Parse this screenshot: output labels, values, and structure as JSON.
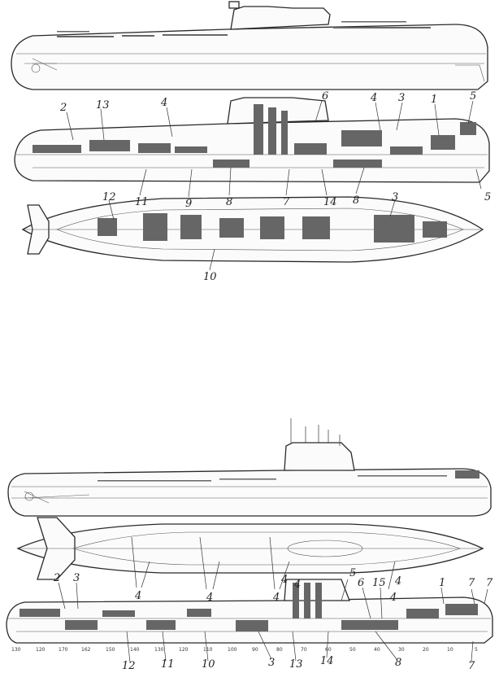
{
  "colors": {
    "ink": "#2a2a2a",
    "paper": "#ffffff",
    "detail": "#666666"
  },
  "sub1": {
    "top_callouts": [
      "2",
      "13",
      "4",
      "6",
      "4",
      "3",
      "1",
      "5",
      "5"
    ],
    "bottom_callouts": [
      "11",
      "9",
      "8",
      "7",
      "14",
      "8"
    ],
    "plan_callouts": [
      "12",
      "3",
      "10"
    ]
  },
  "sub2": {
    "plan_callouts": [
      "4",
      "4",
      "4",
      "4"
    ],
    "profile_callouts": [
      "2",
      "3",
      "4",
      "4",
      "5",
      "6",
      "15",
      "4",
      "1",
      "7",
      "7"
    ],
    "bottom_callouts": [
      "12",
      "11",
      "10",
      "3",
      "13",
      "14",
      "8",
      "7"
    ],
    "frame_ticks": [
      "130",
      "120",
      "170",
      "162",
      "150",
      "140",
      "130",
      "120",
      "110",
      "100",
      "90",
      "80",
      "70",
      "60",
      "50",
      "40",
      "30",
      "20",
      "10",
      "5"
    ]
  }
}
